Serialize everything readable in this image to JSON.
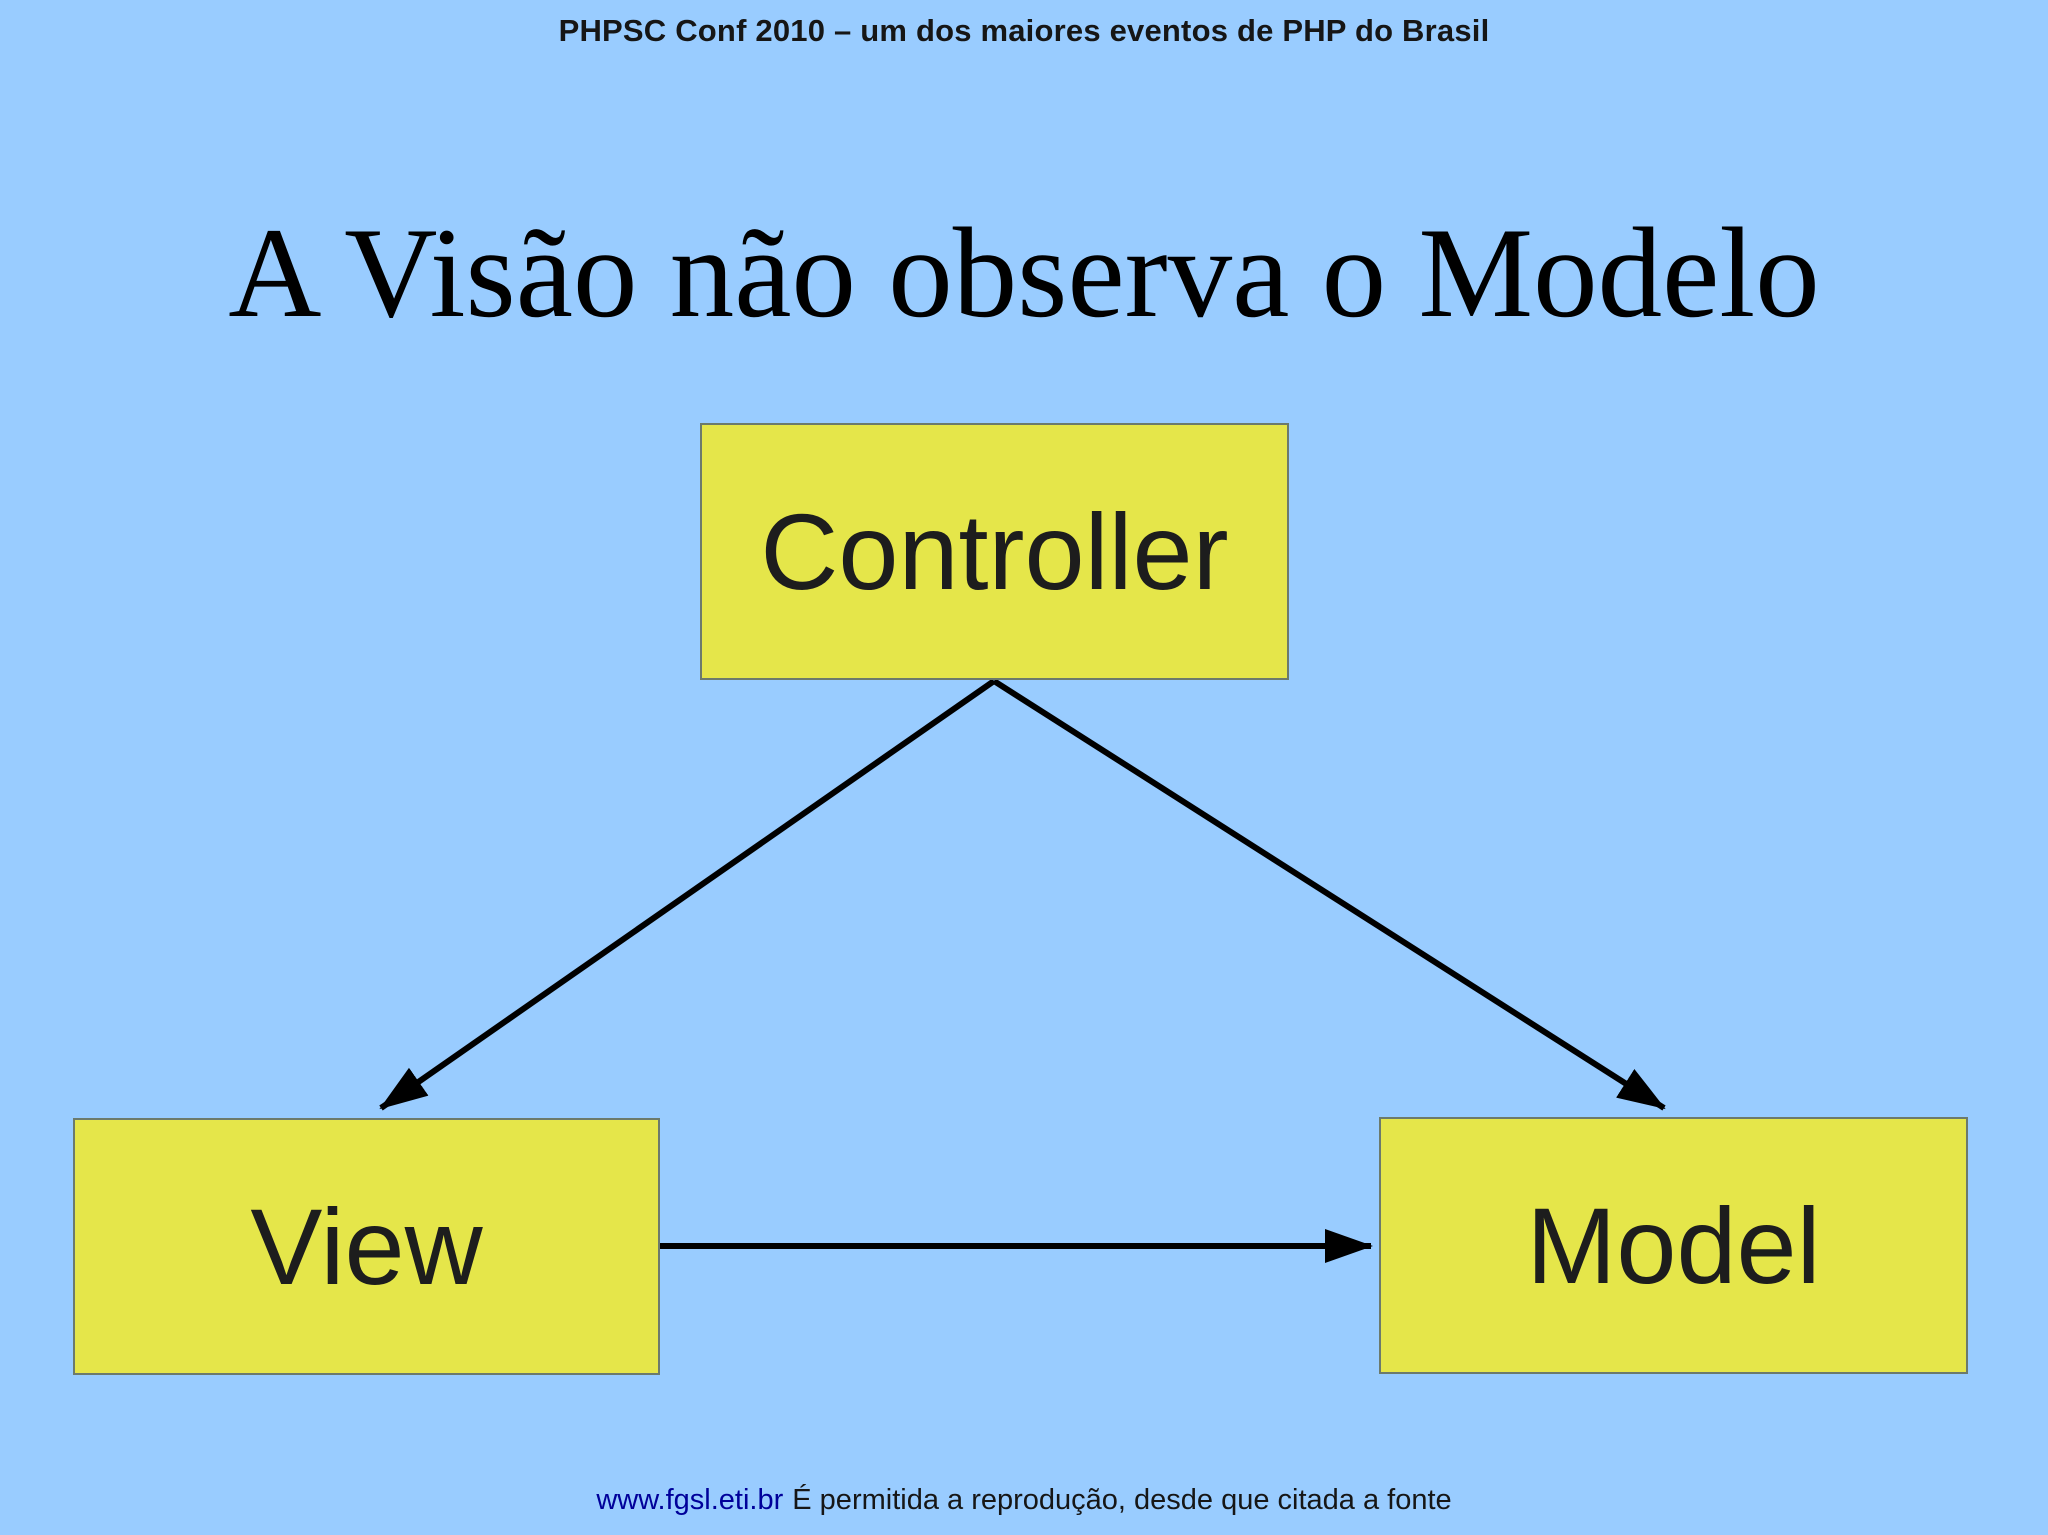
{
  "header": {
    "text": "PHPSC Conf 2010 – um dos maiores eventos de PHP do Brasil"
  },
  "title": {
    "text": "A Visão não observa o Modelo"
  },
  "diagram": {
    "type": "mvc-pattern",
    "nodes": [
      {
        "id": "controller",
        "label": "Controller"
      },
      {
        "id": "view",
        "label": "View"
      },
      {
        "id": "model",
        "label": "Model"
      }
    ],
    "edges": [
      {
        "from": "Controller",
        "to": "View",
        "style": "solid-arrow"
      },
      {
        "from": "Controller",
        "to": "Model",
        "style": "solid-arrow"
      },
      {
        "from": "View",
        "to": "Model",
        "style": "solid-arrow"
      }
    ]
  },
  "footer": {
    "link_text": "www.fgsl.eti.br",
    "note": "É permitida a reprodução, desde que citada a fonte"
  },
  "colors": {
    "background": "#99ccff",
    "box_fill": "#e5e64a",
    "box_border": "#6c7a6c",
    "arrow": "#000000",
    "link": "#00009a",
    "title_text": "#000000",
    "body_text": "#161616"
  }
}
